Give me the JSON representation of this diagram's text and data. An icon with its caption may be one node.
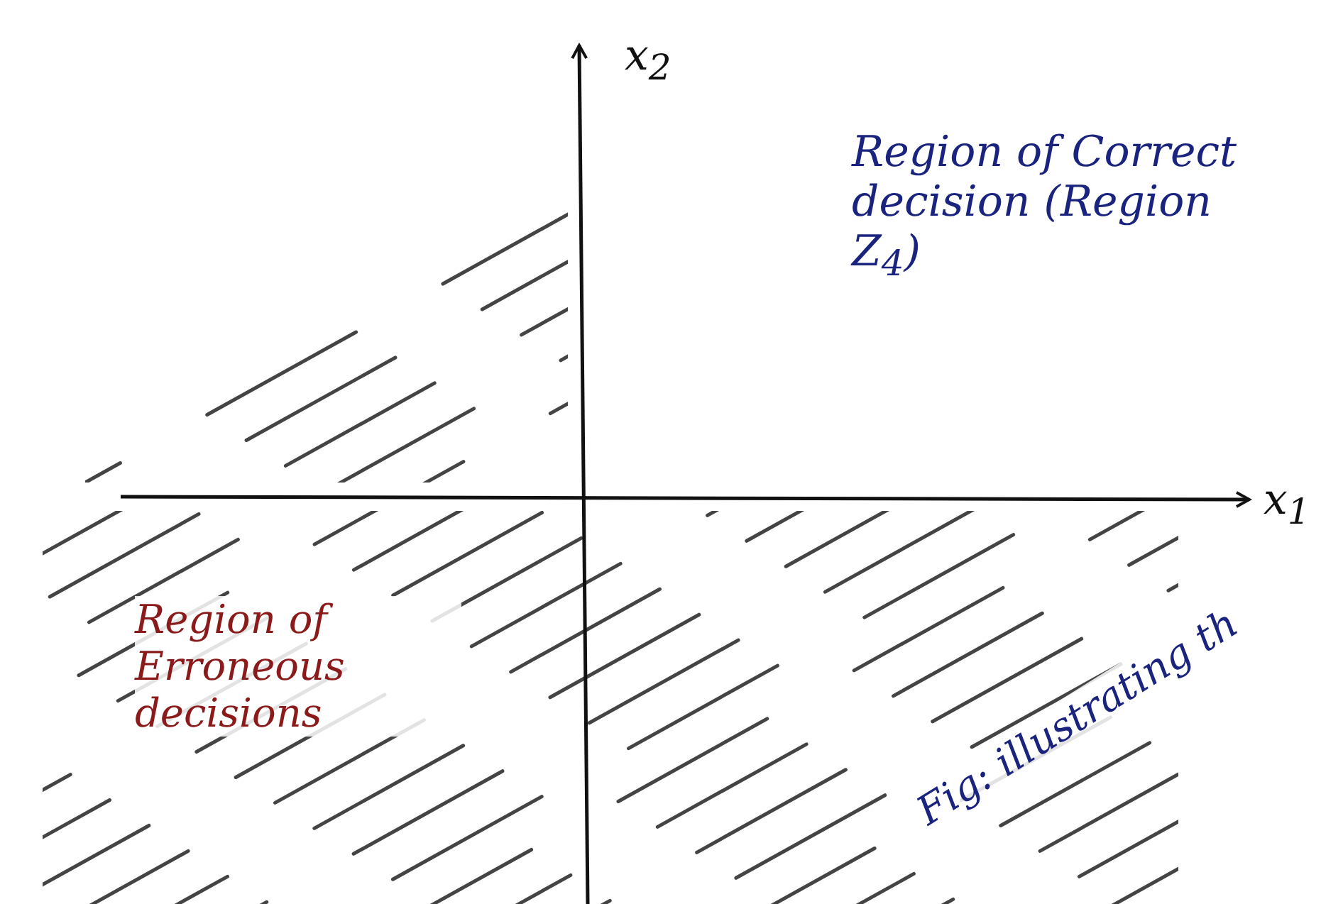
{
  "diagram": {
    "labels": [
      "x$_{2}$",
      "Region of Correct decision (Region Z$_{4}$)",
      "x$_{1}$",
      "Region of Erroneous decisions",
      "Fig: illustrating th"
    ]
  }
}
